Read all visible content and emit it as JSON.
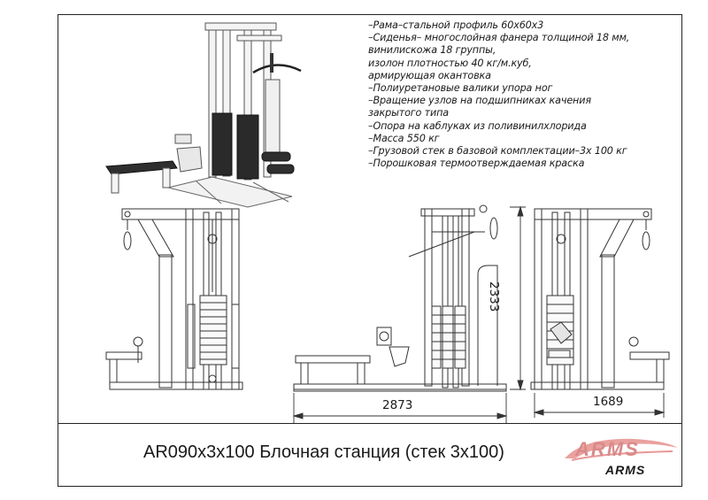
{
  "specs": [
    "–Рама–стальной профиль 60x60x3",
    "–Сиденья– многослойная фанера толщиной 18 мм,",
    "винилискожа 18 группы,",
    "изолон плотностью 40 кг/м.куб,",
    "армирующая окантовка",
    "–Полиуретановые валики упора ног",
    "–Вращение узлов на подшипниках качения",
    "закрытого типа",
    "–Опора на каблуках из поливинилхлорида",
    "–Масса 550 кг",
    "–Грузовой стек в базовой комплектации–3x 100 кг",
    "–Порошковая термоотверждаемая краска"
  ],
  "dimensions": {
    "length": "2873",
    "height": "2333",
    "width": "1689"
  },
  "title": "AR090x3x100 Блочная станция (стек 3x100)",
  "logo": {
    "brand_main": "ARMS",
    "brand_sub": "ARMS",
    "accent_color": "#d9534f"
  }
}
